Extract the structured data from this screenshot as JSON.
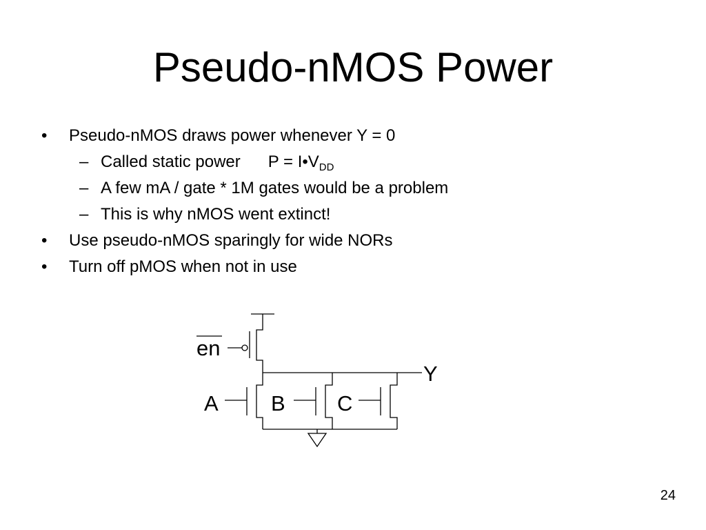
{
  "slide": {
    "title": "Pseudo-nMOS Power",
    "bullets": [
      {
        "marker": "•",
        "text": "Pseudo-nMOS draws power whenever Y = 0"
      },
      {
        "marker": "–",
        "text": "Called static power",
        "formula": "P = I•V",
        "formula_sub": "DD"
      },
      {
        "marker": "–",
        "text": "A few mA / gate * 1M gates would be a problem"
      },
      {
        "marker": "–",
        "text": "This is why nMOS went extinct!"
      },
      {
        "marker": "•",
        "text": "Use pseudo-nMOS sparingly for wide NORs"
      },
      {
        "marker": "•",
        "text": "Turn off pMOS when not in use"
      }
    ],
    "circuit": {
      "enable_label": "en",
      "output_label": "Y",
      "inputs": [
        "A",
        "B",
        "C"
      ]
    },
    "page_number": "24"
  }
}
